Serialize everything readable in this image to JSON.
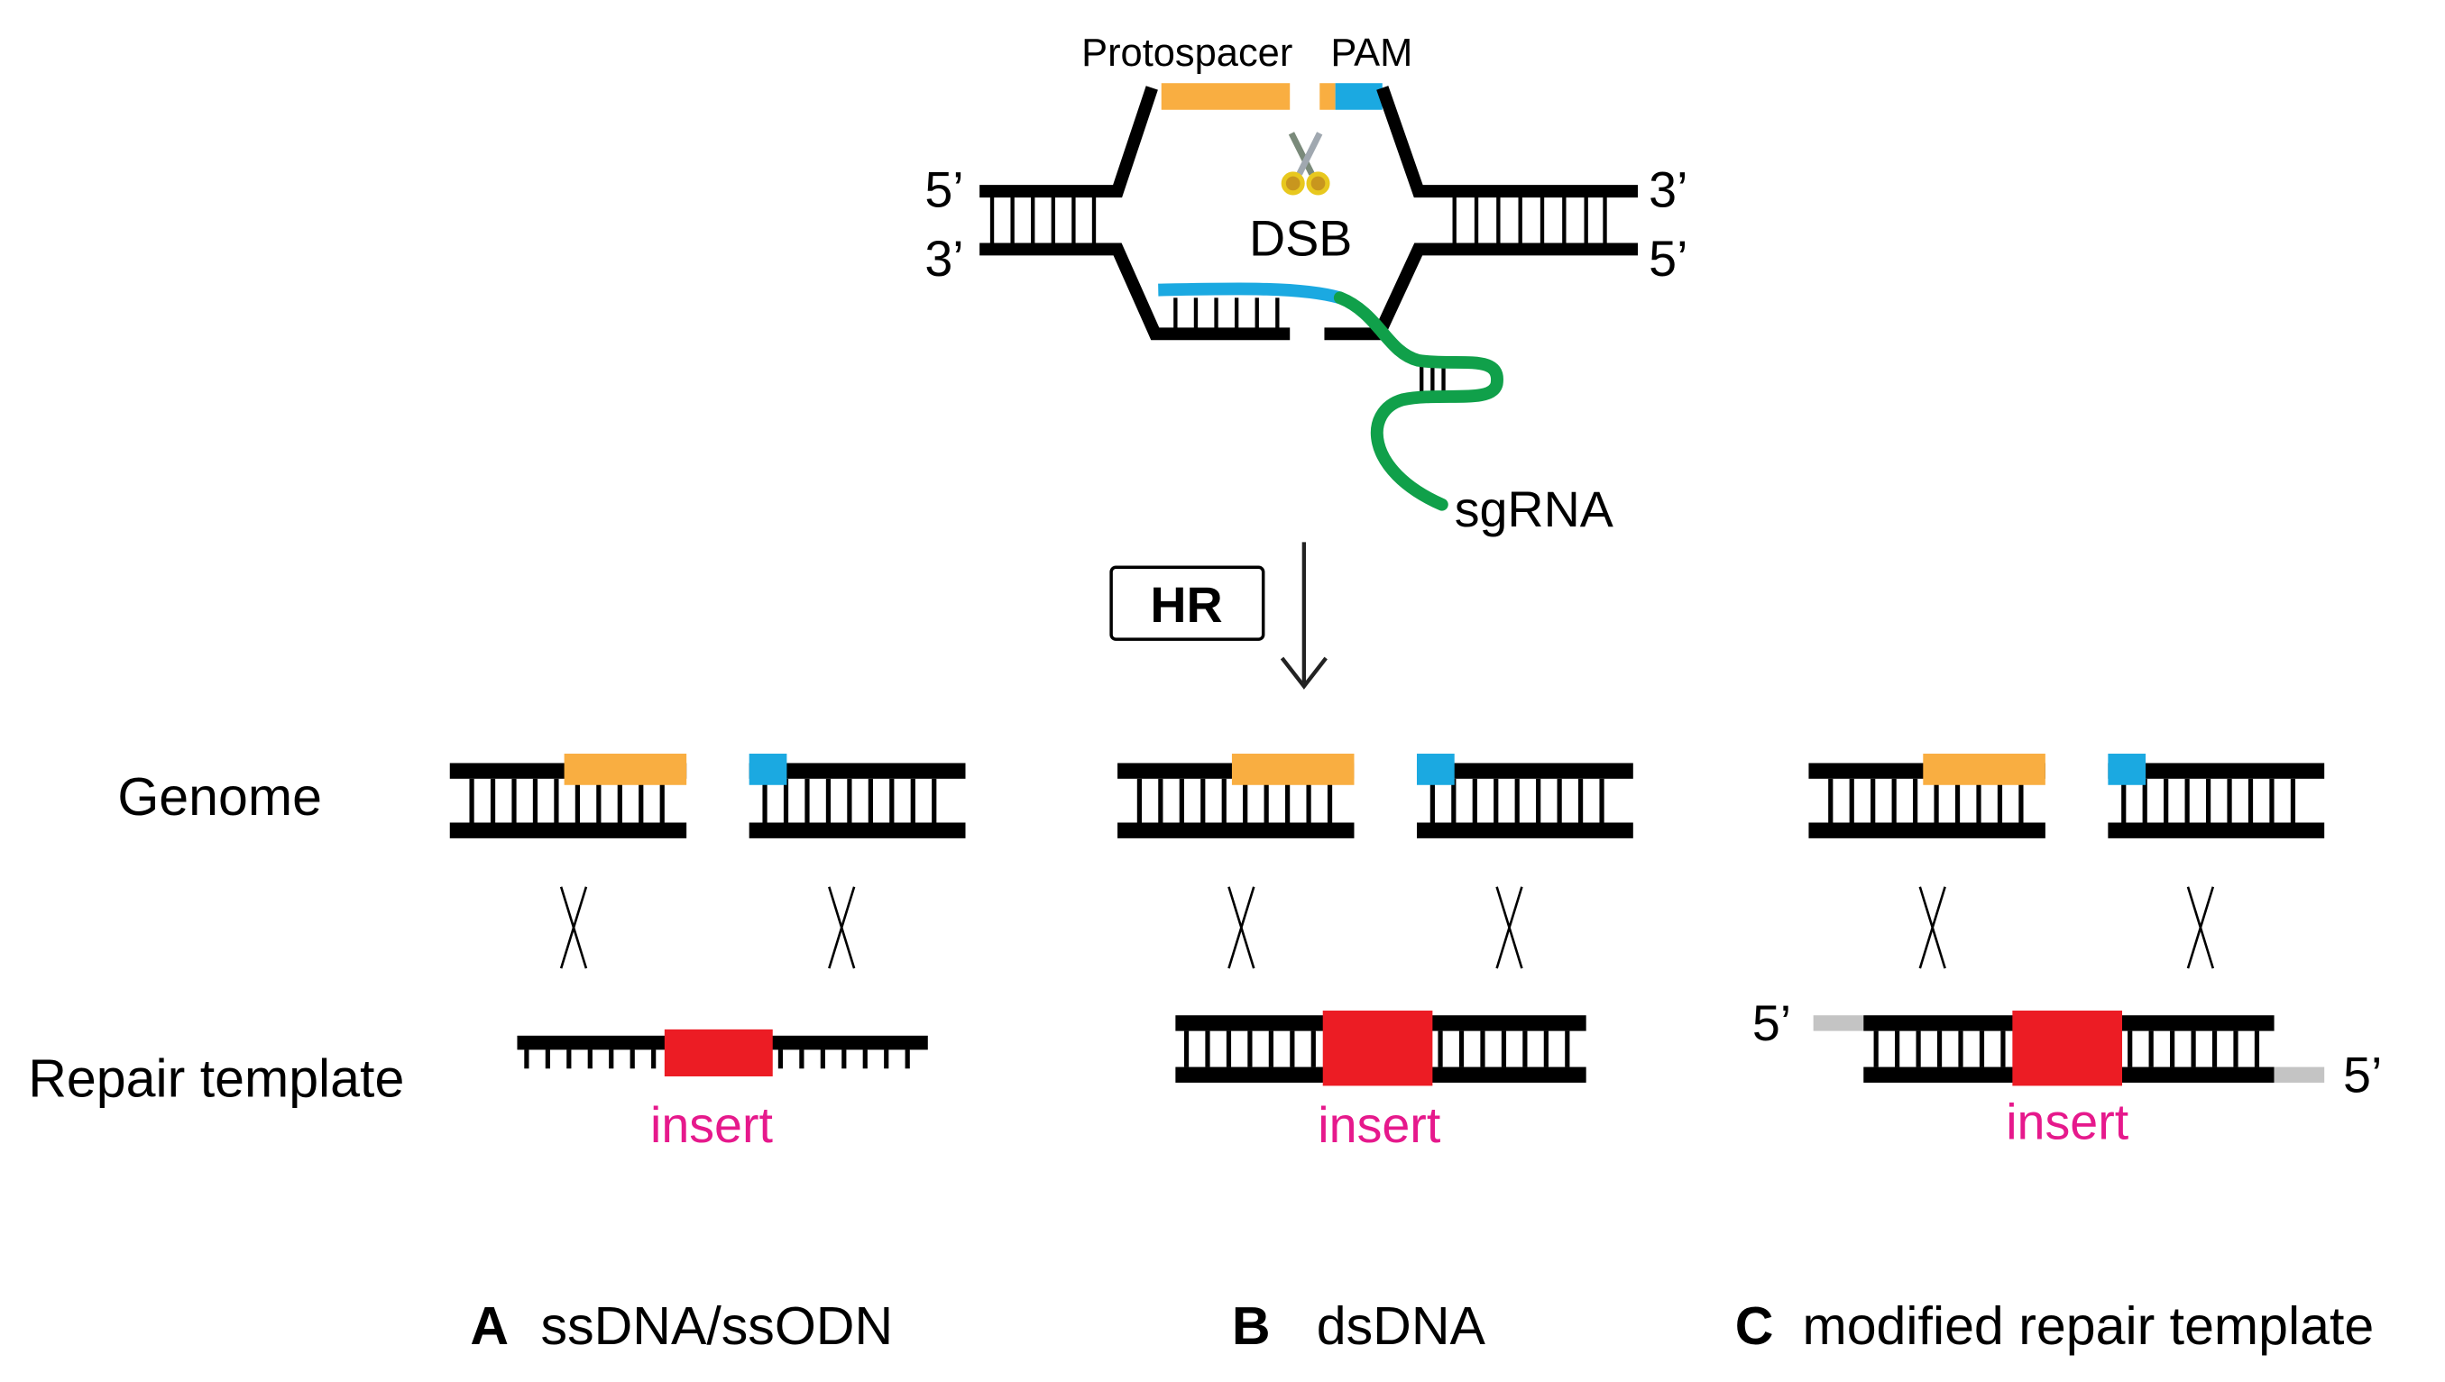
{
  "colors": {
    "protospacer": "#F9AE41",
    "pam": "#1BA9E1",
    "sgrna": "#10A04A",
    "insert_box": "#EC1C24",
    "insert_text": "#E6198C",
    "overhang": "#C4C4C4",
    "strand": "#000000"
  },
  "top": {
    "protospacer_label": "Protospacer",
    "pam_label": "PAM",
    "dsb_label": "DSB",
    "sgrna_label": "sgRNA",
    "left_top_end": "5’",
    "left_bottom_end": "3’",
    "right_top_end": "3’",
    "right_bottom_end": "5’",
    "scissors_icon": "scissors"
  },
  "process": {
    "hr_label": "HR"
  },
  "rows": {
    "genome_label": "Genome",
    "repair_label": "Repair template"
  },
  "panels": [
    {
      "letter": "A",
      "title": "ssDNA/ssODN",
      "insert_label": "insert"
    },
    {
      "letter": "B",
      "title": "dsDNA",
      "insert_label": "insert"
    },
    {
      "letter": "C",
      "title": "modified repair template",
      "insert_label": "insert",
      "left_end": "5’",
      "right_end": "5’"
    }
  ]
}
